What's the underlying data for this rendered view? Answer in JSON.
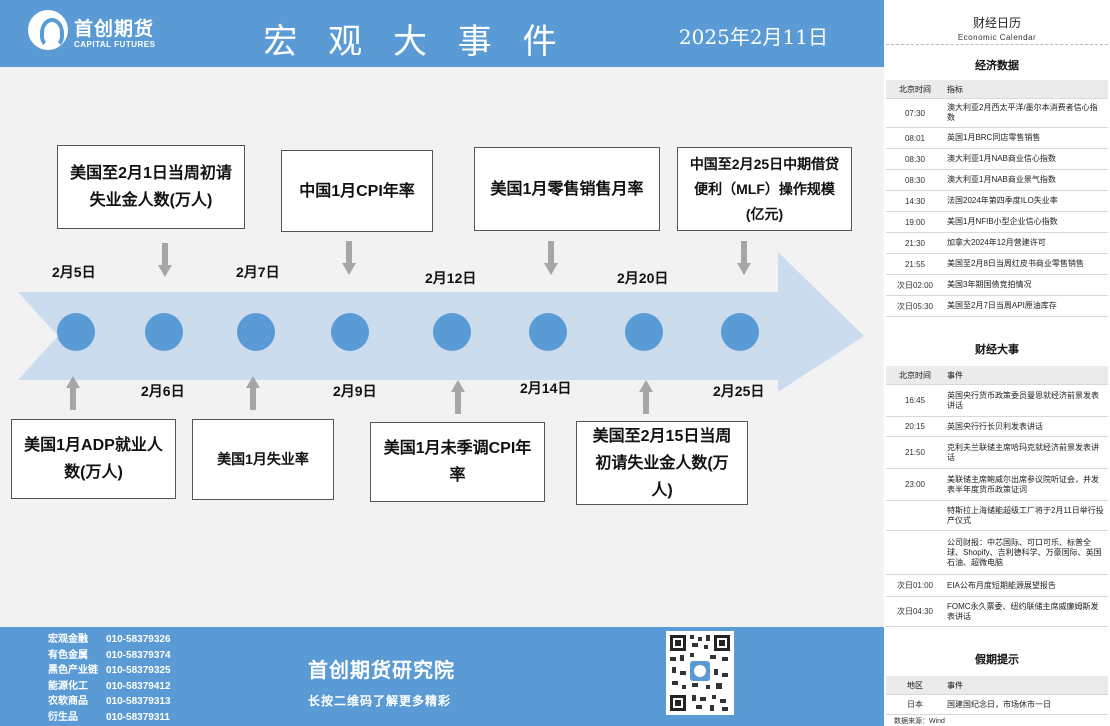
{
  "header": {
    "logo_cn": "首创期货",
    "logo_en": "CAPITAL FUTURES",
    "title": "宏 观 大 事 件",
    "date": "2025年2月11日"
  },
  "timeline": {
    "top_dates": [
      "2月5日",
      "2月7日",
      "2月12日",
      "2月20日"
    ],
    "bottom_dates": [
      "2月6日",
      "2月9日",
      "2月14日",
      "2月25日"
    ],
    "top_events": [
      "美国至2月1日当周初请失业金人数(万人)",
      "中国1月CPI年率",
      "美国1月零售销售月率",
      "中国至2月25日中期借贷便利（MLF）操作规模(亿元)"
    ],
    "bottom_events": [
      "美国1月ADP就业人数(万人)",
      "美国1月失业率",
      "美国1月未季调CPI年率",
      "美国至2月15日当周初请失业金人数(万人)"
    ]
  },
  "footer": {
    "contacts": [
      {
        "k": "宏观金融",
        "v": "010-58379326"
      },
      {
        "k": "有色金属",
        "v": "010-58379374"
      },
      {
        "k": "黑色产业链",
        "v": "010-58379325"
      },
      {
        "k": "能源化工",
        "v": "010-58379412"
      },
      {
        "k": "农软商品",
        "v": "010-58379313"
      },
      {
        "k": "衍生品",
        "v": "010-58379311"
      }
    ],
    "title": "首创期货研究院",
    "subtitle": "长按二维码了解更多精彩"
  },
  "side": {
    "title_cn": "财经日历",
    "title_en": "Economic Calendar",
    "econ": {
      "title": "经济数据",
      "col_time": "北京时间",
      "col_item": "指标",
      "rows": [
        {
          "t": "07:30",
          "e": "澳大利亚2月西太平洋/墨尔本消费者信心指数"
        },
        {
          "t": "08:01",
          "e": "英国1月BRC同店零售销售"
        },
        {
          "t": "08:30",
          "e": "澳大利亚1月NAB商业信心指数"
        },
        {
          "t": "08:30",
          "e": "澳大利亚1月NAB商业景气指数"
        },
        {
          "t": "14:30",
          "e": "法国2024年第四季度ILO失业率"
        },
        {
          "t": "19:00",
          "e": "美国1月NFIB小型企业信心指数"
        },
        {
          "t": "21:30",
          "e": "加拿大2024年12月营建许可"
        },
        {
          "t": "21:55",
          "e": "美国至2月8日当周红皮书商业零售销售"
        },
        {
          "t": "次日02:00",
          "e": "美国3年期国债竞拍情况"
        },
        {
          "t": "次日05:30",
          "e": "美国至2月7日当周API原油库存"
        }
      ]
    },
    "events": {
      "title": "财经大事",
      "col_time": "北京时间",
      "col_item": "事件",
      "rows": [
        {
          "t": "16:45",
          "e": "英国央行货币政策委员曼恩就经济前景发表讲话"
        },
        {
          "t": "20:15",
          "e": "英国央行行长贝利发表讲话"
        },
        {
          "t": "21:50",
          "e": "克利夫兰联储主席哈玛克就经济前景发表讲话"
        },
        {
          "t": "23:00",
          "e": "美联储主席鲍威尔出席参议院听证会，并发表半年度货币政策证词"
        },
        {
          "t": "",
          "e": "特斯拉上海储能超级工厂将于2月11日举行投产仪式"
        },
        {
          "t": "",
          "e": "公司财报：中芯国际、可口可乐、标普全球、Shopify、吉利德科学、万豪国际、英国石油、超微电脑"
        },
        {
          "t": "次日01:00",
          "e": "EIA公布月度短期能源展望报告"
        },
        {
          "t": "次日04:30",
          "e": "FOMC永久票委、纽约联储主席威廉姆斯发表讲话"
        }
      ]
    },
    "holiday": {
      "title": "假期提示",
      "col_region": "地区",
      "col_item": "事件",
      "rows": [
        {
          "t": "日本",
          "e": "国建国纪念日，市场休市一日"
        }
      ]
    },
    "source": "数据来源：Wind"
  }
}
